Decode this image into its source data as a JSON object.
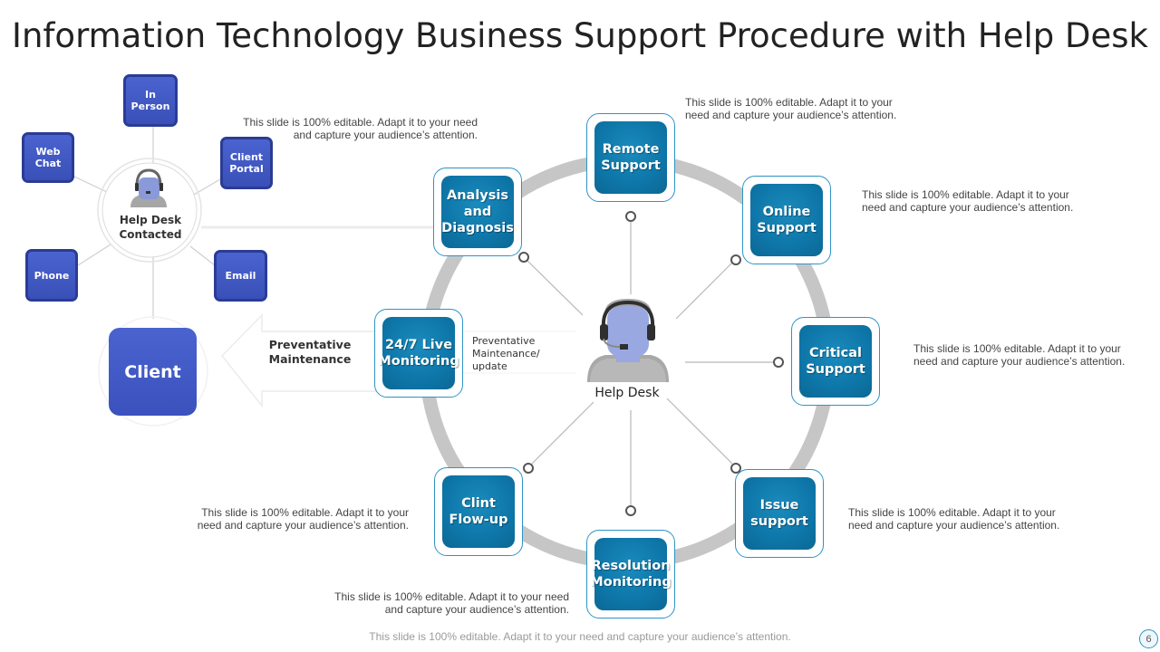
{
  "title": "Information Technology Business Support Procedure with Help Desk",
  "left_cluster": {
    "center_label": "Help Desk Contacted",
    "channels": [
      {
        "id": "in-person",
        "label": "In Person"
      },
      {
        "id": "web-chat",
        "label": "Web Chat"
      },
      {
        "id": "client-portal",
        "label": "Client Portal"
      },
      {
        "id": "phone",
        "label": "Phone"
      },
      {
        "id": "email",
        "label": "Email"
      }
    ],
    "client_label": "Client",
    "arrow_label": "Preventative Maintenance"
  },
  "hub": {
    "center_label": "Help Desk",
    "side_label": "Preventative Maintenance/ update",
    "icon": "headset-agent-icon",
    "nodes": [
      {
        "id": "remote-support",
        "label": "Remote Support"
      },
      {
        "id": "online-support",
        "label": "Online Support"
      },
      {
        "id": "critical-support",
        "label": "Critical Support"
      },
      {
        "id": "issue-support",
        "label": "Issue support"
      },
      {
        "id": "resolution-monitoring",
        "label": "Resolution Monitoring"
      },
      {
        "id": "clint-flow-up",
        "label": "Clint Flow-up"
      },
      {
        "id": "live-monitoring",
        "label": "24/7 Live Monitoring"
      },
      {
        "id": "analysis-diagnosis",
        "label": "Analysis and Diagnosis"
      }
    ]
  },
  "descriptions": {
    "analysis": "This slide is 100% editable. Adapt it to your need and capture your audience’s attention.",
    "remote": "This slide is 100% editable. Adapt it to your need and capture your audience’s attention.",
    "online": "This slide is 100% editable. Adapt it to your need and capture your audience’s attention.",
    "critical": "This slide is 100% editable. Adapt it to your need and capture your audience’s attention.",
    "issue": "This slide is 100% editable. Adapt it to your need and capture your audience’s attention.",
    "clint": "This slide is 100% editable. Adapt it to your need and capture your audience’s attention.",
    "resolution": "This slide is 100% editable. Adapt it to your need and capture your audience’s attention."
  },
  "footer": "This slide is 100% editable. Adapt it to your need and capture your audience’s attention.",
  "page_number": "6",
  "colors": {
    "channel_blue": "#3f56c2",
    "node_teal": "#0e76a8",
    "ring_gray": "#c8c8c8"
  }
}
